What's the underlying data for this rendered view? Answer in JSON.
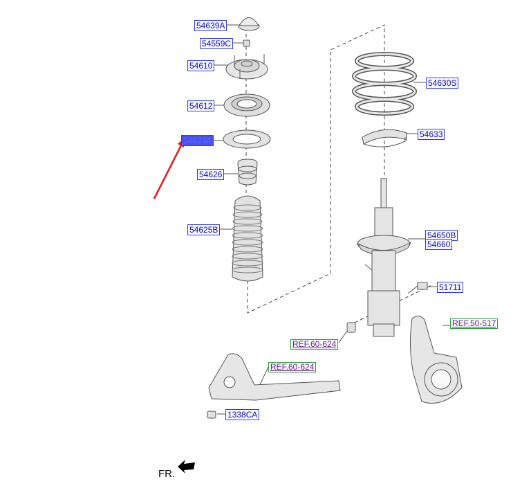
{
  "parts": {
    "p54639A": "54639A",
    "p54559C": "54559C",
    "p54610": "54610",
    "p54612": "54612",
    "p54623A": "54623A",
    "p54626": "54626",
    "p54625B": "54625B",
    "p54630S": "54630S",
    "p54633": "54633",
    "p54650B": "54650B",
    "p54660": "54660",
    "p51711": "51711",
    "p1338CA": "1338CA"
  },
  "refs": {
    "r50517": "REF.50-517",
    "r60624a": "REF.60-624",
    "r60624b": "REF.60-624"
  },
  "direction_label": "FR.",
  "colors": {
    "part_label_text": "#1010c8",
    "part_label_border": "#2f3fe0",
    "selected_label_fill": "#4a52ee",
    "ref_text": "#7a1aa8",
    "ref_border": "#2e9e3e",
    "pointer_arrow": "#e8141c"
  }
}
